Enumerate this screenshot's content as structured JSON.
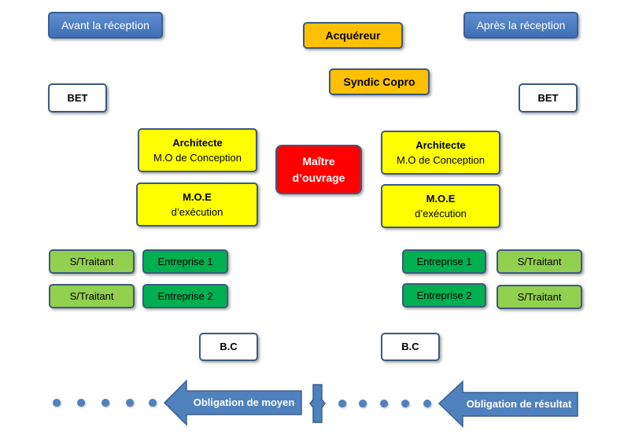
{
  "header": {
    "before_label": "Avant la réception",
    "after_label": "Après la réception"
  },
  "top": {
    "acquereur": "Acquéreur",
    "syndic": "Syndic Copro"
  },
  "left": {
    "bet": "BET",
    "architecte_title": "Architecte",
    "architecte_sub": "M.O de Conception",
    "moe_title": "M.O.E",
    "moe_sub": "d’exécution",
    "rows": [
      {
        "straitant": "S/Traitant",
        "entreprise": "Entreprise 1"
      },
      {
        "straitant": "S/Traitant",
        "entreprise": "Entreprise 2"
      }
    ],
    "bc": "B.C"
  },
  "center": {
    "maitre_line1": "Maître",
    "maitre_line2": "d’ouvrage"
  },
  "right": {
    "bet": "BET",
    "architecte_title": "Architecte",
    "architecte_sub": "M.O de Conception",
    "moe_title": "M.O.E",
    "moe_sub": "d’exécution",
    "rows": [
      {
        "straitant": "S/Traitant",
        "entreprise": "Entreprise 1"
      },
      {
        "straitant": "S/Traitant",
        "entreprise": "Entreprise 2"
      }
    ],
    "bc": "B.C"
  },
  "footer": {
    "moyen_label": "Obligation de moyen",
    "resultat_label": "Obligation de résultat"
  },
  "colors": {
    "blue": "#4f81bd",
    "orange": "#ffc000",
    "yellow": "#ffff00",
    "red": "#ff0000",
    "light_green": "#92d050",
    "dark_green": "#00b050"
  }
}
